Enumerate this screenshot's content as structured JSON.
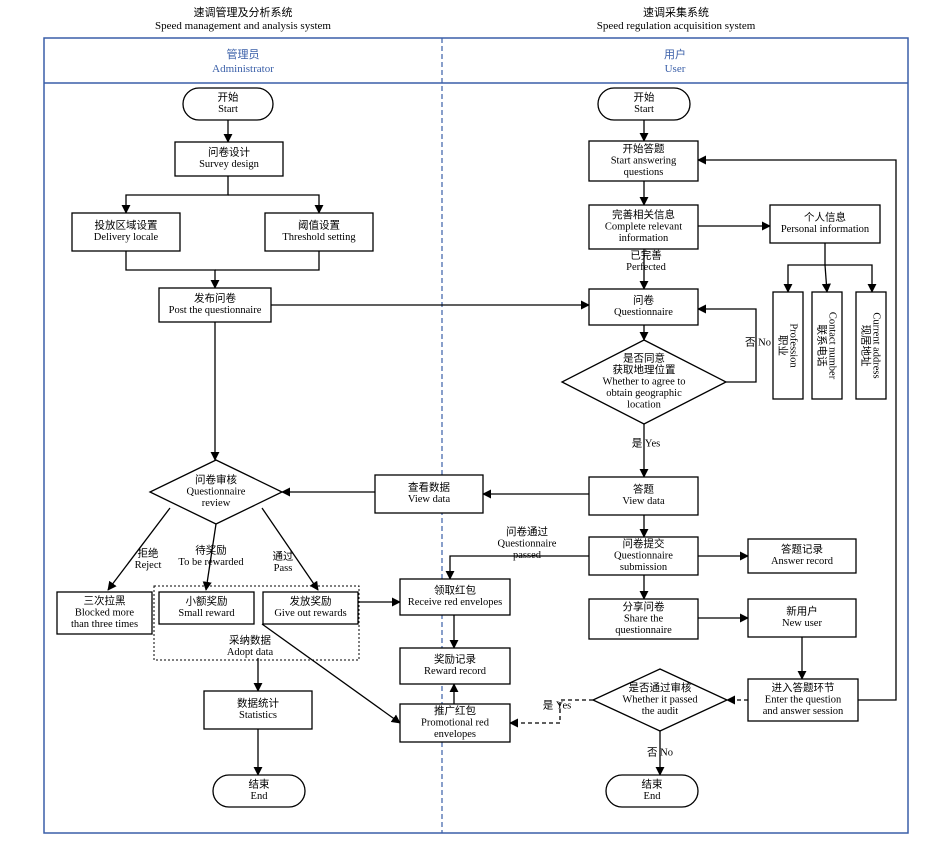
{
  "systems": {
    "left": [
      "速调管理及分析系统",
      "Speed management and analysis system"
    ],
    "right": [
      "速调采集系统",
      "Speed regulation acquisition system"
    ]
  },
  "lanes": {
    "admin": [
      "管理员",
      "Administrator"
    ],
    "user": [
      "用户",
      "User"
    ]
  },
  "nodes": {
    "a_start": [
      "开始",
      "Start"
    ],
    "survey_design": [
      "问卷设计",
      "Survey design"
    ],
    "delivery_locale": [
      "投放区域设置",
      "Delivery locale"
    ],
    "threshold": [
      "阈值设置",
      "Threshold setting"
    ],
    "post_q": [
      "发布问卷",
      "Post the questionnaire"
    ],
    "q_review": [
      "问卷审核",
      "Questionnaire",
      "review"
    ],
    "blocked": [
      "三次拉黑",
      "Blocked more",
      "than three times"
    ],
    "small_reward": [
      "小额奖励",
      "Small reward"
    ],
    "give_rewards": [
      "发放奖励",
      "Give out rewards"
    ],
    "adopt": [
      "采纳数据",
      "Adopt data"
    ],
    "statistics": [
      "数据统计",
      "Statistics"
    ],
    "a_end": [
      "结束",
      "End"
    ],
    "view_data_mid": [
      "查看数据",
      "View data"
    ],
    "receive_red": [
      "领取红包",
      "Receive red envelopes"
    ],
    "reward_record": [
      "奖励记录",
      "Reward record"
    ],
    "promo_red": [
      "推广红包",
      "Promotional red",
      "envelopes"
    ],
    "u_start": [
      "开始",
      "Start"
    ],
    "start_answer": [
      "开始答题",
      "Start answering",
      "questions"
    ],
    "complete_info": [
      "完善相关信息",
      "Complete relevant",
      "information"
    ],
    "personal_info": [
      "个人信息",
      "Personal information"
    ],
    "profession": [
      "职业",
      "Profession"
    ],
    "contact": [
      "联系电话",
      "Contact number"
    ],
    "address": [
      "现居地址",
      "Current address"
    ],
    "questionnaire": [
      "问卷",
      "Questionnaire"
    ],
    "agree_geo": [
      "是否同意",
      "获取地理位置",
      "Whether to agree to",
      "obtain geographic",
      "location"
    ],
    "answer": [
      "答题",
      "View data"
    ],
    "q_submit": [
      "问卷提交",
      "Questionnaire",
      "submission"
    ],
    "answer_record": [
      "答题记录",
      "Answer record"
    ],
    "share_q": [
      "分享问卷",
      "Share the",
      "questionnaire"
    ],
    "new_user": [
      "新用户",
      "New user"
    ],
    "audit": [
      "是否通过审核",
      "Whether it passed",
      "the audit"
    ],
    "enter_session": [
      "进入答题环节",
      "Enter the question",
      "and answer session"
    ],
    "u_end": [
      "结束",
      "End"
    ]
  },
  "edge_labels": {
    "perfected": [
      "已完善",
      "Perfected"
    ],
    "no_geo": [
      "否 No"
    ],
    "yes_geo": [
      "是 Yes"
    ],
    "reject": [
      "拒绝",
      "Reject"
    ],
    "to_be_rewarded": [
      "待奖励",
      "To be rewarded"
    ],
    "pass": [
      "通过",
      "Pass"
    ],
    "q_passed": [
      "问卷通过",
      "Questionnaire",
      "passed"
    ],
    "yes_audit": [
      "是 Yes"
    ],
    "no_audit": [
      "否 No"
    ]
  }
}
